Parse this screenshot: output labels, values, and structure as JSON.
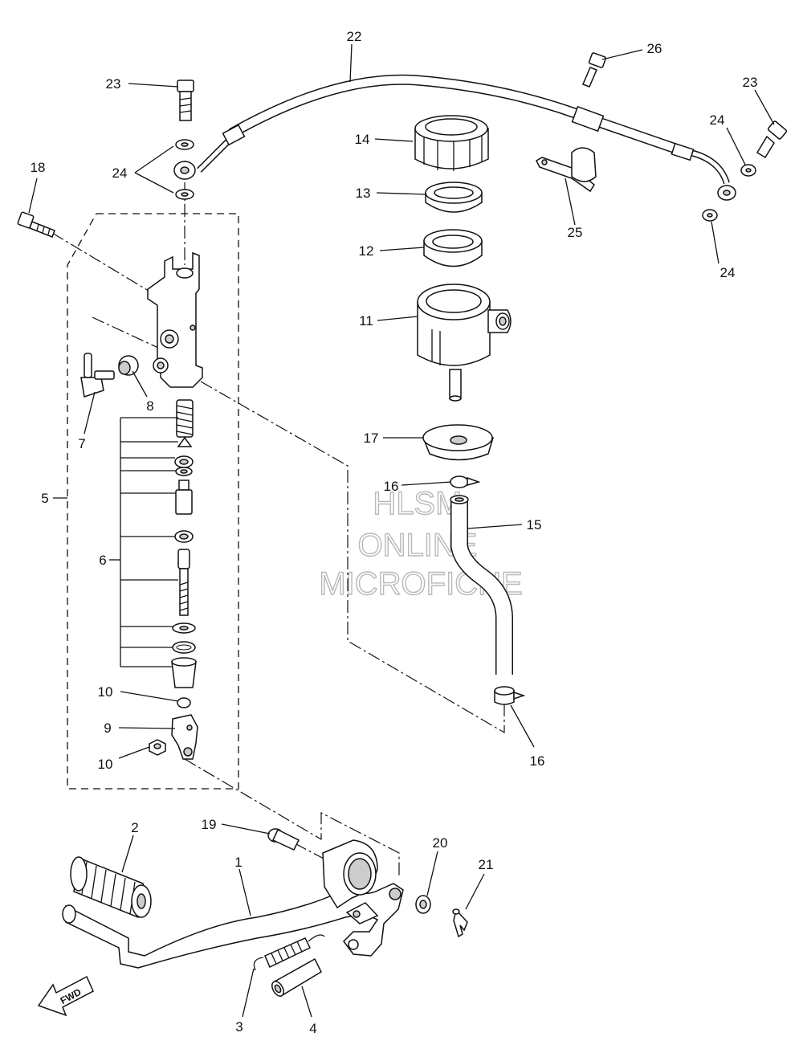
{
  "callouts": {
    "c1": "1",
    "c2": "2",
    "c3": "3",
    "c4": "4",
    "c5": "5",
    "c6": "6",
    "c7": "7",
    "c8": "8",
    "c9": "9",
    "c10a": "10",
    "c10b": "10",
    "c11": "11",
    "c12": "12",
    "c13": "13",
    "c14": "14",
    "c15": "15",
    "c16a": "16",
    "c16b": "16",
    "c17": "17",
    "c18": "18",
    "c19": "19",
    "c20": "20",
    "c21": "21",
    "c22": "22",
    "c23a": "23",
    "c23b": "23",
    "c24a": "24",
    "c24b": "24",
    "c24c": "24",
    "c25": "25",
    "c26": "26"
  },
  "watermark": {
    "line1": "HLSM",
    "line2": "ONLINE",
    "line3": "MICROFICHE"
  },
  "fwd_label": "FWD"
}
